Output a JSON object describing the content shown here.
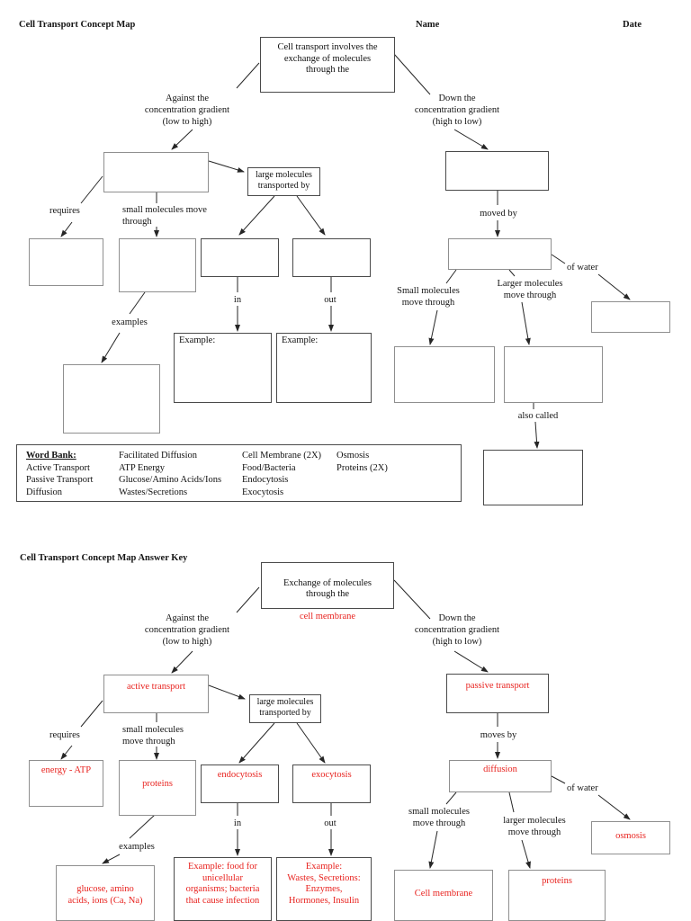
{
  "header": {
    "title": "Cell Transport Concept Map",
    "name_label": "Name",
    "date_label": "Date"
  },
  "answer_header": {
    "title": "Cell Transport Concept Map Answer Key"
  },
  "colors": {
    "answer_text": "#e8231f",
    "line": "#262626",
    "box_border_dark": "#4a4a4a",
    "box_border_light": "#8f8f8f"
  },
  "blank_map": {
    "root": "Cell transport involves the\nexchange of molecules\nthrough the",
    "against": "Against the\nconcentration gradient\n(low to high)",
    "down": "Down the\nconcentration gradient\n(high to low)",
    "requires": "requires",
    "small_left": "small molecules move\nthrough",
    "large_box": "large molecules\ntransported by",
    "in_label": "in",
    "out_label": "out",
    "examples": "examples",
    "example_1": "Example:",
    "example_2": "Example:",
    "moved_by": "moved by",
    "of_water": "of water",
    "small_right": "Small molecules\nmove through",
    "larger_right": "Larger molecules\nmove through",
    "also_called": "also called"
  },
  "word_bank": {
    "title": "Word Bank:",
    "columns": [
      [
        "Active Transport",
        "Passive Transport",
        "Diffusion"
      ],
      [
        "Facilitated Diffusion",
        "ATP Energy",
        "Glucose/Amino Acids/Ions",
        "Wastes/Secretions"
      ],
      [
        "Cell Membrane (2X)",
        "Food/Bacteria",
        "Endocytosis",
        "Exocytosis"
      ],
      [
        "Osmosis",
        "Proteins (2X)"
      ]
    ]
  },
  "answer_map": {
    "root_top": "Exchange of molecules\nthrough the",
    "root_answer": "cell membrane",
    "against": "Against the\nconcentration gradient\n(low to high)",
    "down": "Down the\nconcentration gradient\n(high to low)",
    "active_transport": "active transport",
    "passive_transport": "passive transport",
    "requires": "requires",
    "small_left": "small molecules\nmove through",
    "large_box": "large molecules\ntransported by",
    "energy_atp": "energy - ATP",
    "proteins_left": "proteins",
    "endocytosis": "endocytosis",
    "exocytosis": "exocytosis",
    "in_label": "in",
    "out_label": "out",
    "examples": "examples",
    "glucose": "glucose, amino\nacids, ions (Ca, Na)",
    "example_in": "Example: food for\nunicellular\norganisms; bacteria\nthat cause infection",
    "example_out": "Example:\nWastes, Secretions:\nEnzymes,\nHormones, Insulin",
    "moves_by": "moves by",
    "diffusion": "diffusion",
    "of_water": "of water",
    "small_right": "small molecules\nmove through",
    "larger_right": "larger molecules\nmove through",
    "osmosis": "osmosis",
    "cell_membrane": "Cell membrane",
    "proteins_right": "proteins"
  }
}
